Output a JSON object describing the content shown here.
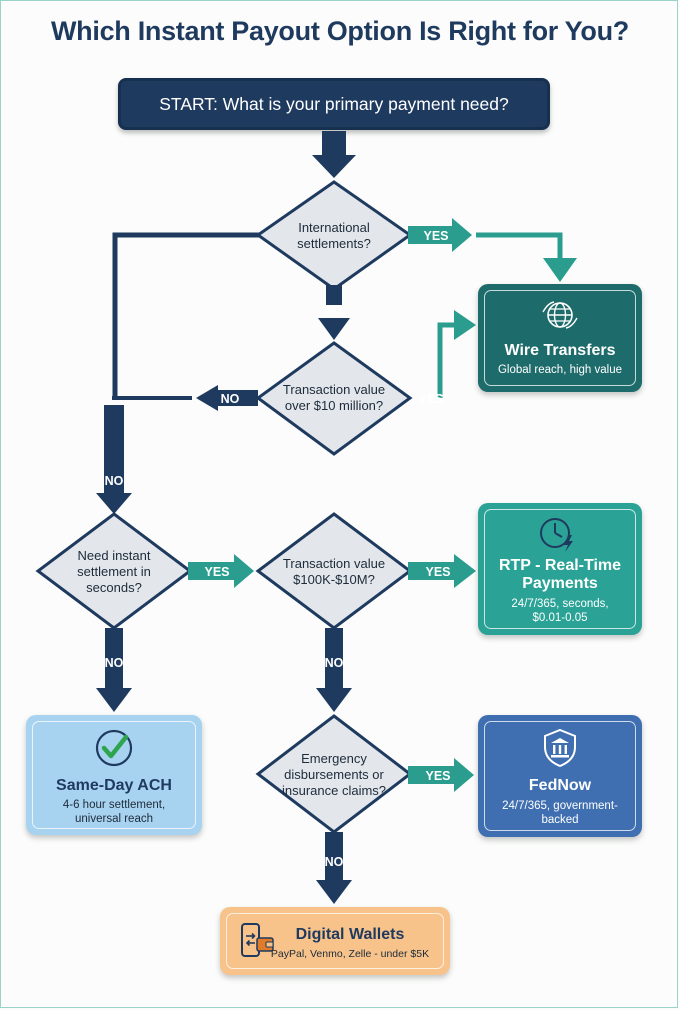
{
  "title": "Which Instant Payout Option Is Right for You?",
  "start": "START: What is your primary payment need?",
  "decisions": {
    "international": "International settlements?",
    "over_10m": "Transaction value over $10 million?",
    "instant": "Need instant settlement in seconds?",
    "range": "Transaction value $100K-$10M?",
    "emergency": "Emergency disbursements or insurance claims?"
  },
  "labels": {
    "yes": "YES",
    "no": "NO"
  },
  "outcomes": {
    "wire": {
      "title": "Wire Transfers",
      "sub": "Global reach, high value",
      "icon": "globe-icon"
    },
    "rtp": {
      "title": "RTP - Real-Time Payments",
      "sub": "24/7/365, seconds, $0.01-0.05",
      "icon": "clock-lightning-icon"
    },
    "ach": {
      "title": "Same-Day ACH",
      "sub": "4-6 hour settlement, universal reach",
      "icon": "checkmark-icon"
    },
    "fednow": {
      "title": "FedNow",
      "sub": "24/7/365, government-backed",
      "icon": "government-shield-icon"
    },
    "wallets": {
      "title": "Digital Wallets",
      "sub": "PayPal, Venmo, Zelle - under $5K",
      "icon": "phone-wallet-icon"
    }
  },
  "colors": {
    "navy": "#1f3a5f",
    "teal": "#2a9d8f",
    "wire_bg": "#1e6b6b",
    "rtp_bg": "#2aa396",
    "ach_bg": "#a8d3f0",
    "fednow_bg": "#3f6fb0",
    "wallets_bg": "#f7c38b"
  }
}
